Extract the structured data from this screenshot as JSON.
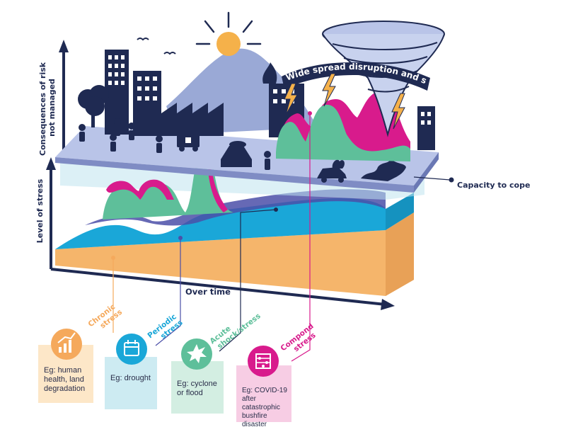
{
  "diagram": {
    "axis_labels": {
      "consequences_line1": "Consequences of risk",
      "consequences_line2": "not managed",
      "stress": "Level of stress",
      "time": "Over time"
    },
    "callouts": {
      "disruption": "Wide spread disruption and shock",
      "capacity": "Capacity to cope"
    },
    "stress_types": [
      {
        "line1": "Chronic",
        "line2": "stress",
        "example_lines": [
          "Eg: human",
          "health, land",
          "degradation"
        ],
        "color": "#f5a95c",
        "card_bg": "#fde7c8",
        "icon": "bar-chart-icon"
      },
      {
        "line1": "Periodic",
        "line2": "stress",
        "example_lines": [
          "Eg: drought"
        ],
        "color": "#1aa7d8",
        "card_bg": "#cdebf2",
        "icon": "calendar-icon"
      },
      {
        "line1": "Acute",
        "line2": "shock/stress",
        "example_lines": [
          "Eg: cyclone",
          "or flood"
        ],
        "color": "#5ebf9a",
        "card_bg": "#d3eee2",
        "icon": "burst-icon"
      },
      {
        "line1": "Compond",
        "line2": "stress",
        "example_lines": [
          "Eg: COVID-19",
          "after catastrophic",
          "bushfire disaster"
        ],
        "color": "#d81b8c",
        "card_bg": "#f7cde4",
        "icon": "abacus-icon"
      }
    ],
    "colors": {
      "navy": "#1f2a52",
      "lavender": "#9aa9d6",
      "sky": "#1aa7d8",
      "teal": "#5ebf9a",
      "magenta": "#d81b8c",
      "orange": "#f5b56b",
      "sun": "#f5b14a"
    }
  }
}
